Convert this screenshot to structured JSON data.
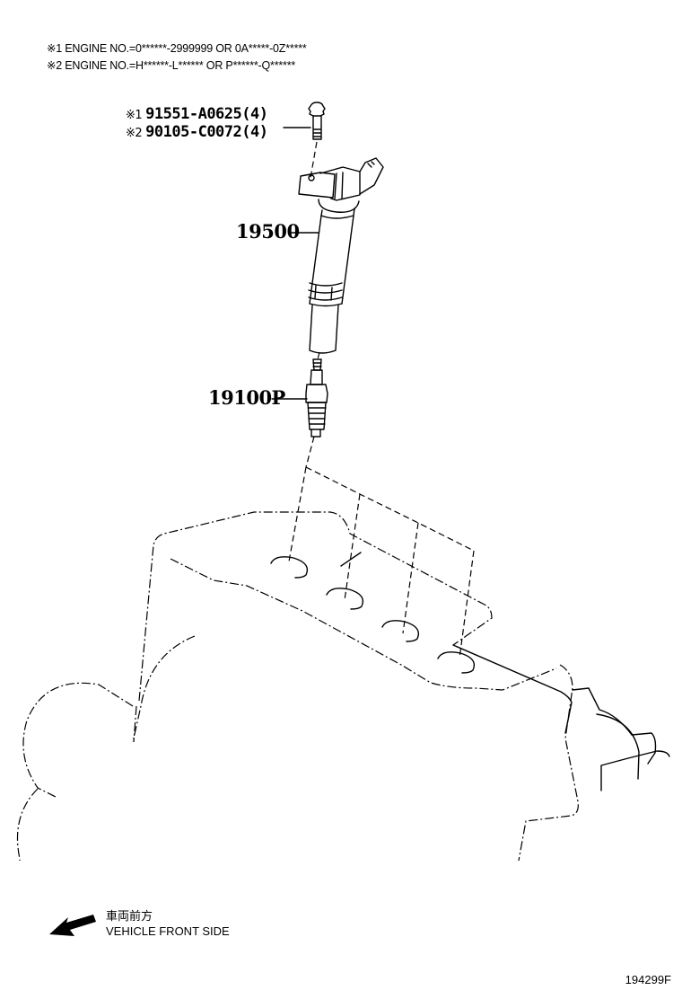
{
  "notes": [
    {
      "mark": "※1",
      "text": "※1 ENGINE NO.=0******-2999999 OR 0A*****-0Z*****"
    },
    {
      "mark": "※2",
      "text": "※2 ENGINE NO.=H******-L****** OR P******-Q******"
    }
  ],
  "parts": {
    "bolt": [
      {
        "mark": "※1",
        "part_number": "91551-A0625(4)"
      },
      {
        "mark": "※2",
        "part_number": "90105-C0072(4)"
      }
    ],
    "ignition_coil": {
      "callout": "19500"
    },
    "spark_plug": {
      "callout": "19100P"
    }
  },
  "direction": {
    "label_jp": "車両前方",
    "label_en": "VEHICLE FRONT SIDE",
    "icon": "arrow-left-down-icon"
  },
  "reference_code": "194299F",
  "components": [
    "bolt",
    "ignition-coil",
    "spark-plug",
    "engine-cylinder-head"
  ]
}
